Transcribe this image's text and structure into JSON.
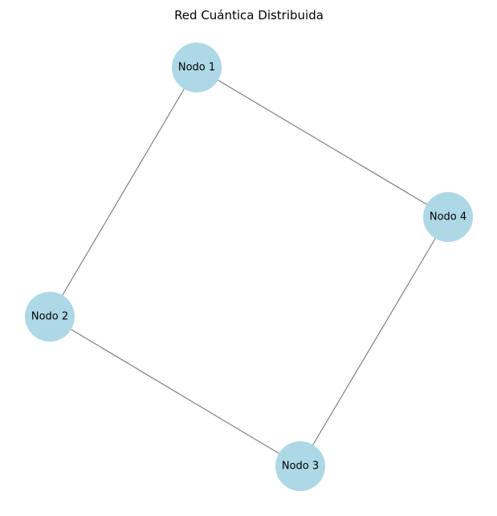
{
  "title": "Red Cuántica Distribuida",
  "colors": {
    "node_fill": "#add8e6",
    "edge": "#808080",
    "label": "#000000",
    "background": "#ffffff"
  },
  "nodes": [
    {
      "id": "n1",
      "label": "Nodo 1"
    },
    {
      "id": "n2",
      "label": "Nodo 2"
    },
    {
      "id": "n3",
      "label": "Nodo 3"
    },
    {
      "id": "n4",
      "label": "Nodo 4"
    }
  ],
  "edges": [
    {
      "from": "n1",
      "to": "n2"
    },
    {
      "from": "n2",
      "to": "n3"
    },
    {
      "from": "n3",
      "to": "n4"
    },
    {
      "from": "n4",
      "to": "n1"
    }
  ]
}
